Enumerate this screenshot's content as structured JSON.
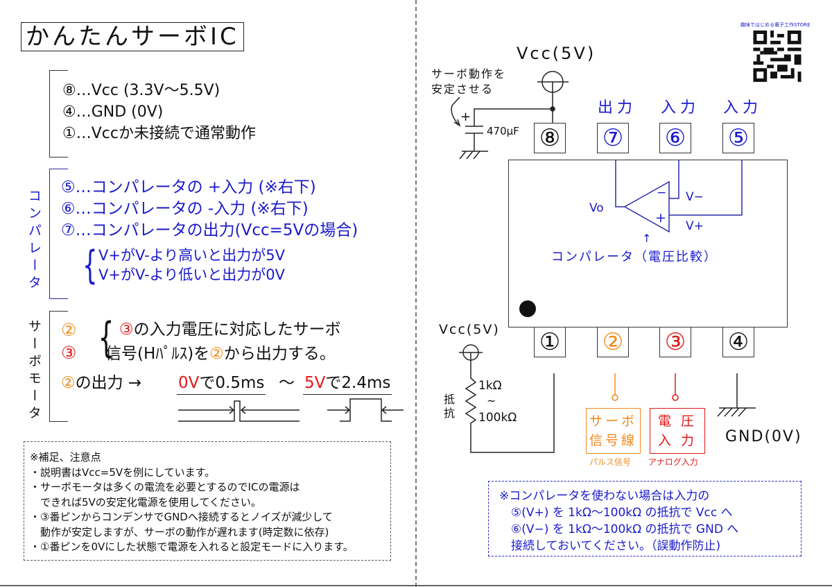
{
  "title": "かんたんサーボIC",
  "left": {
    "power_section": {
      "lines": [
        "⑧…Vcc (3.3V～5.5V)",
        "④…GND (0V)",
        "①…Vccか未接続で通常動作"
      ]
    },
    "comparator_section": {
      "side_label": "コンパレータ",
      "lines": [
        "⑤…コンパレータの +入力 (※右下)",
        "⑥…コンパレータの -入力 (※右下)",
        "⑦…コンパレータの出力(Vcc=5Vの場合)"
      ],
      "sub_lines": [
        "V+がV-より高いと出力が5V",
        "V+がV-より低いと出力が0V"
      ],
      "brace": "{"
    },
    "servo_section": {
      "side_label": "サーボモータ",
      "pin2": "②",
      "pin3": "③",
      "brace": "{",
      "desc_line1_pin": "③",
      "desc_line1_text": "の入力電圧に対応したサーボ",
      "desc_line2_pre": "信号(Hﾊﾟﾙｽ)を",
      "desc_line2_pin": "②",
      "desc_line2_post": "から出力する。",
      "output_pin": "②",
      "output_text": "の出力 →",
      "low_volt": "0V",
      "low_text": "で0.5ms",
      "tilde": "～",
      "high_volt": "5V",
      "high_text": "で2.4ms"
    },
    "notes": {
      "heading": "※補足、注意点",
      "items": [
        "・説明書はVcc=5Vを例にしています。",
        "・サーボモータは多くの電流を必要とするのでICの電源は",
        "　できれば5Vの安定化電源を使用してください。",
        "・③番ピンからコンデンサでGNDへ接続するとノイズが減少して",
        "　動作が安定しますが、サーボの動作が遅れます(時定数に依存)",
        "・①番ピンを0Vにした状態で電源を入れると設定モードに入ります。"
      ]
    }
  },
  "right": {
    "store_label": "趣味ではじめる電子工作STORE",
    "vcc_top": "Vcc(5V)",
    "cap_note_line1": "サーボ動作を",
    "cap_note_line2": "安定させる",
    "cap_plus": "+",
    "cap_value": "470μF",
    "top_labels": [
      "出力",
      "入力",
      "入力"
    ],
    "top_pins": [
      "⑧",
      "⑦",
      "⑥",
      "⑤"
    ],
    "bottom_pins": [
      "①",
      "②",
      "③",
      "④"
    ],
    "comparator": {
      "vo": "Vo",
      "minus": "−",
      "plus": "+",
      "vminus": "V−",
      "vplus": "V+",
      "arrow": "↑",
      "caption": "コンパレータ（電圧比較）"
    },
    "vcc_left": "Vcc(5V)",
    "resistor_label_line1": "抵",
    "resistor_label_line2": "抗",
    "res_min": "1kΩ",
    "res_tilde": "~",
    "res_max": "100kΩ",
    "servo_box_line1": "サーボ",
    "servo_box_line2": "信号線",
    "servo_box_caption": "パルス信号",
    "volt_box_line1": "電 圧",
    "volt_box_line2": "入 力",
    "volt_box_caption": "アナログ入力",
    "gnd_label": "GND(0V)",
    "note": {
      "lines": [
        "※コンパレータを使わない場合は入力の",
        "　⑤(V+) を 1kΩ～100kΩ の抵抗で Vcc へ",
        "　⑥(V−) を 1kΩ～100kΩ の抵抗で GND へ",
        "　接続しておいてください。（誤動作防止)"
      ]
    }
  },
  "colors": {
    "blue": "#1a1acc",
    "orange": "#f08a1c",
    "red": "#e01818",
    "black": "#111111"
  }
}
